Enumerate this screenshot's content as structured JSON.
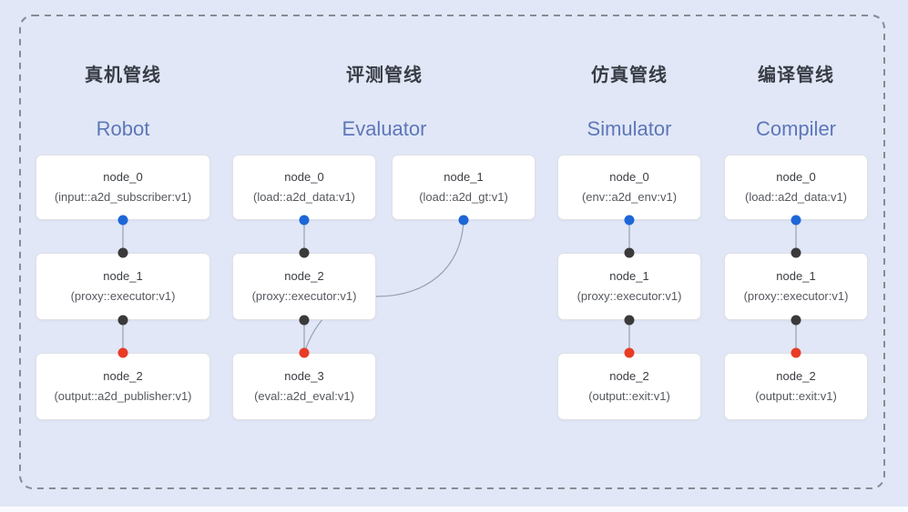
{
  "diagram": {
    "pipelines": [
      {
        "title": "真机管线",
        "subtitle": "Robot",
        "nodes": [
          {
            "name": "node_0",
            "type": "(input::a2d_subscriber:v1)"
          },
          {
            "name": "node_1",
            "type": "(proxy::executor:v1)"
          },
          {
            "name": "node_2",
            "type": "(output::a2d_publisher:v1)"
          }
        ]
      },
      {
        "title": "评测管线",
        "subtitle": "Evaluator",
        "nodes": [
          {
            "name": "node_0",
            "type": "(load::a2d_data:v1)"
          },
          {
            "name": "node_1",
            "type": "(load::a2d_gt:v1)"
          },
          {
            "name": "node_2",
            "type": "(proxy::executor:v1)"
          },
          {
            "name": "node_3",
            "type": "(eval::a2d_eval:v1)"
          }
        ]
      },
      {
        "title": "仿真管线",
        "subtitle": "Simulator",
        "nodes": [
          {
            "name": "node_0",
            "type": "(env::a2d_env:v1)"
          },
          {
            "name": "node_1",
            "type": "(proxy::executor:v1)"
          },
          {
            "name": "node_2",
            "type": "(output::exit:v1)"
          }
        ]
      },
      {
        "title": "编译管线",
        "subtitle": "Compiler",
        "nodes": [
          {
            "name": "node_0",
            "type": "(load::a2d_data:v1)"
          },
          {
            "name": "node_1",
            "type": "(proxy::executor:v1)"
          },
          {
            "name": "node_2",
            "type": "(output::exit:v1)"
          }
        ]
      }
    ],
    "colors": {
      "background": "#e1e7f6",
      "output_port_blue": "#1e66d6",
      "input_port_dark": "#3a3a3a",
      "sink_port_red": "#e83c26",
      "subtitle_blue": "#5d77b9",
      "edge_gray": "#99a1b0"
    }
  }
}
